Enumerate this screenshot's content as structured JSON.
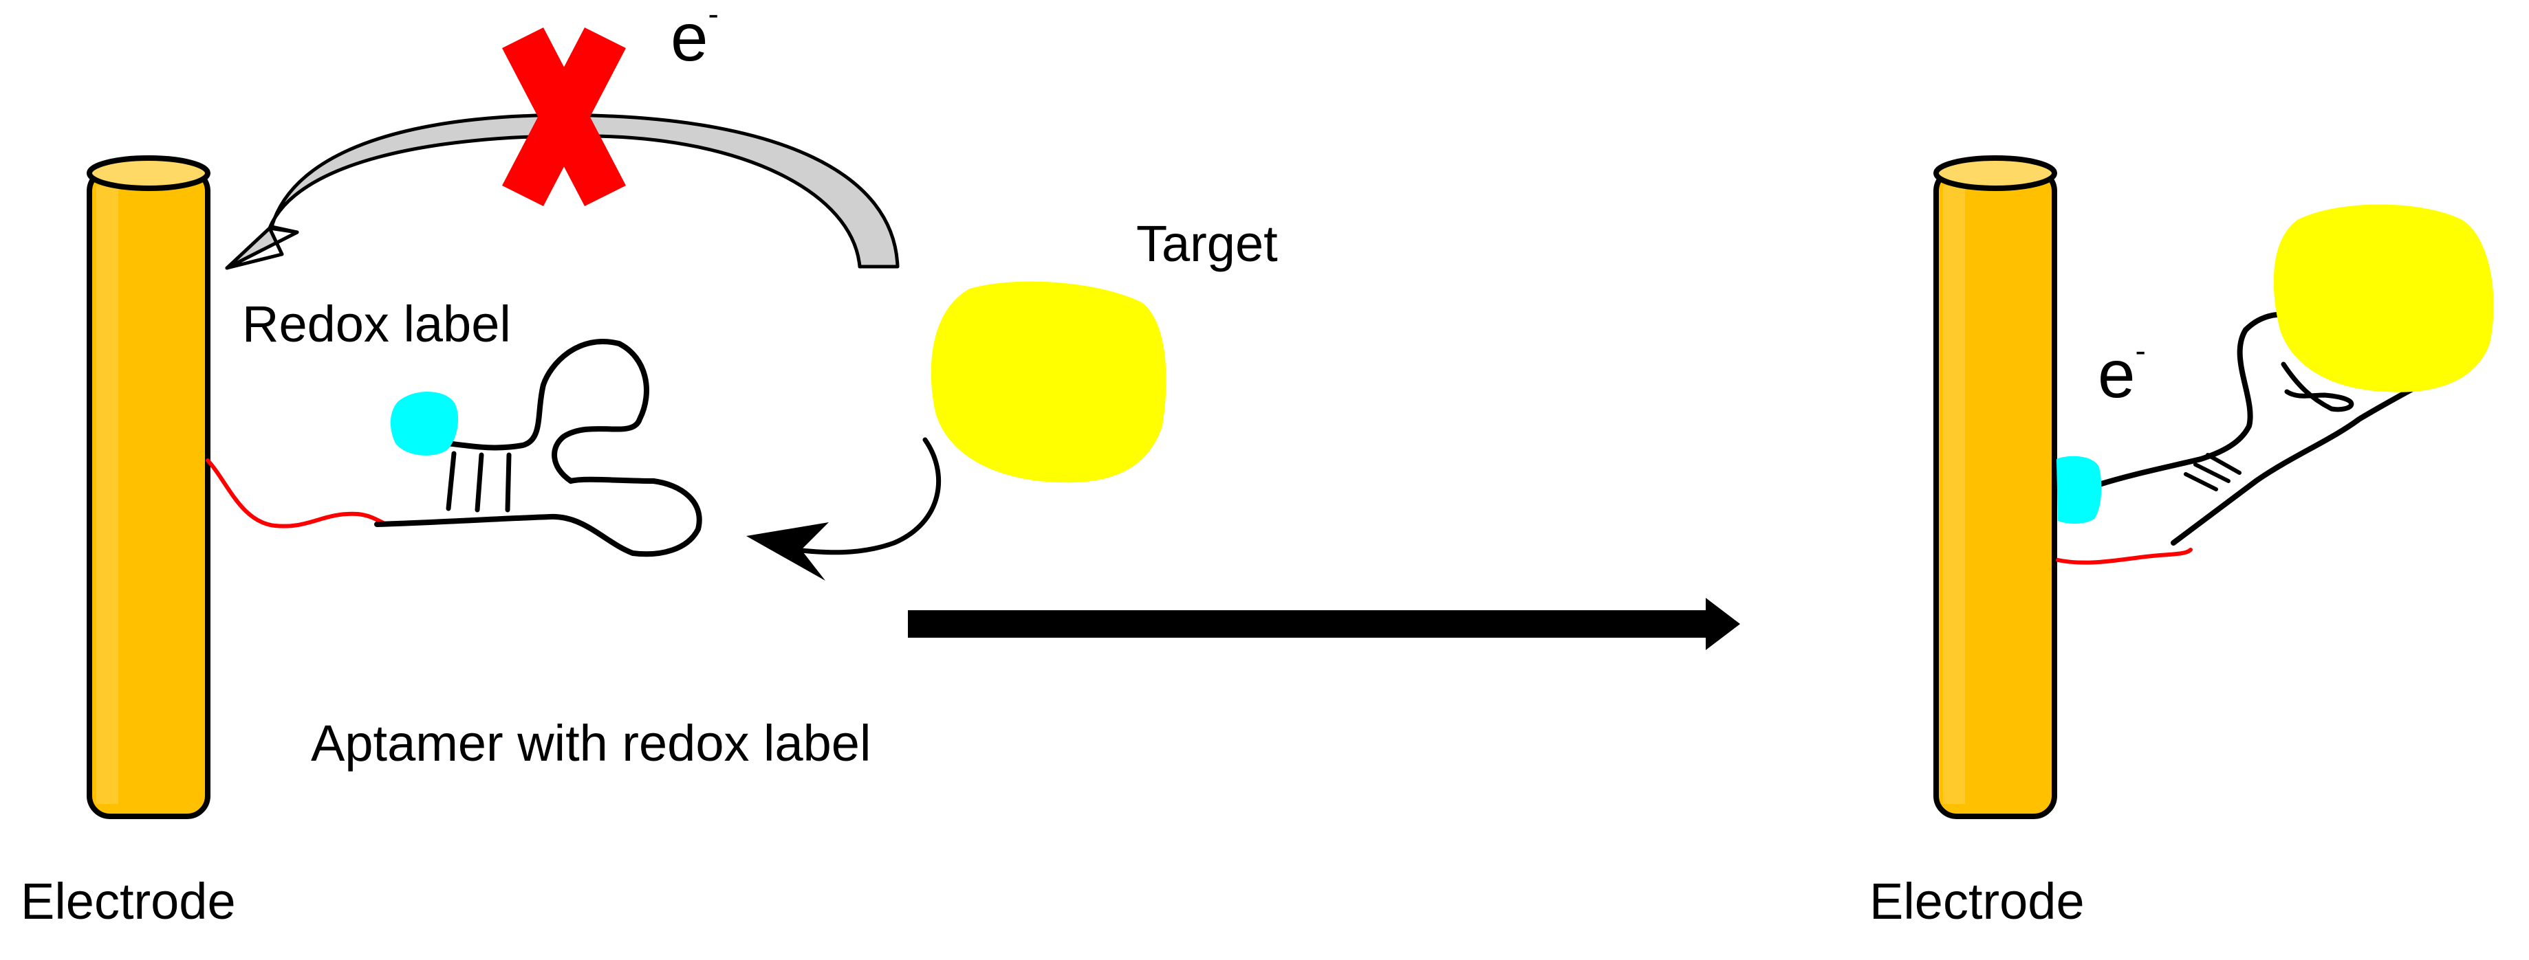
{
  "labels": {
    "electrode_left": "Electrode",
    "electrode_right": "Electrode",
    "redox_label": "Redox label",
    "target": "Target",
    "aptamer": "Aptamer with redox label",
    "electron_left_base": "e",
    "electron_left_sup": "-",
    "electron_right_base": "e",
    "electron_right_sup": "-"
  },
  "colors": {
    "electrode_fill": "#FFC000",
    "electrode_top": "#FFD966",
    "electrode_shade": "#D99A00",
    "outline": "#000000",
    "target": "#FFFF00",
    "redox_label": "#00FFFF",
    "linker": "#FF0000",
    "blocked_mark": "#FF0000",
    "curved_arrow_fill": "#D0D0D0",
    "process_arrow": "#000000"
  },
  "icons": {
    "blocked_transfer": "x-mark-icon",
    "process": "arrow-right-icon"
  }
}
